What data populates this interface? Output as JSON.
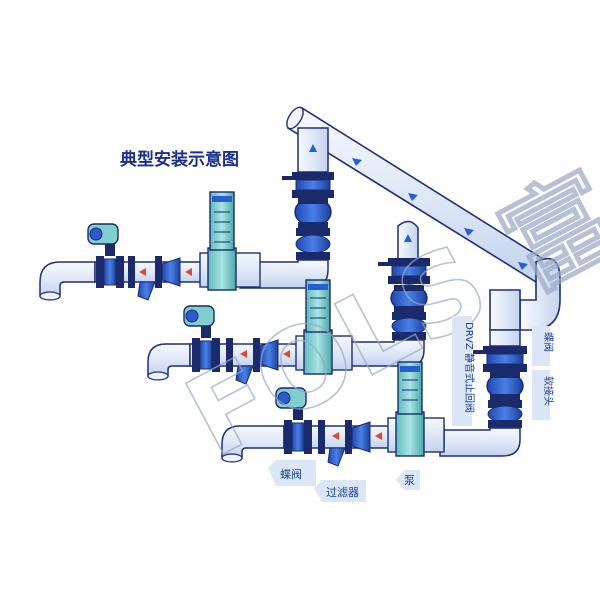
{
  "title": "典型安装示意图",
  "labels": {
    "butterfly_valve_bottom": "蝶阀",
    "filter": "过滤器",
    "pump": "泵",
    "check_valve": "DRVZ 静音式止回阀",
    "butterfly_valve_right": "蝶阀",
    "flexible_joint": "软接头"
  },
  "watermark": "FOLS 富",
  "colors": {
    "pipe_fill": "#e4ecf8",
    "pipe_stroke": "#1f2f7a",
    "valve_blue": "#2a5bd0",
    "motor_teal": "#7fcfcf",
    "flange": "#1b2a6b",
    "label_blue": "#1a3f9c",
    "callout_bg": "#dbe6f7",
    "arrow_red": "#e04a2a",
    "arrow_blue": "#1f5fd8"
  }
}
